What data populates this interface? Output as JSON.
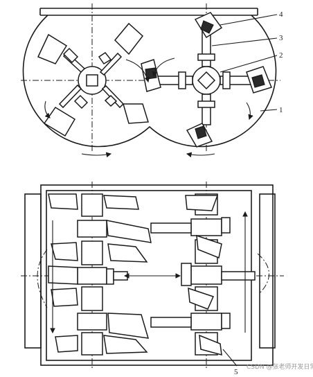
{
  "diagram": {
    "callouts": [
      "1",
      "2",
      "3",
      "4",
      "5"
    ],
    "watermark": "CSDN @张老师开发日常"
  }
}
